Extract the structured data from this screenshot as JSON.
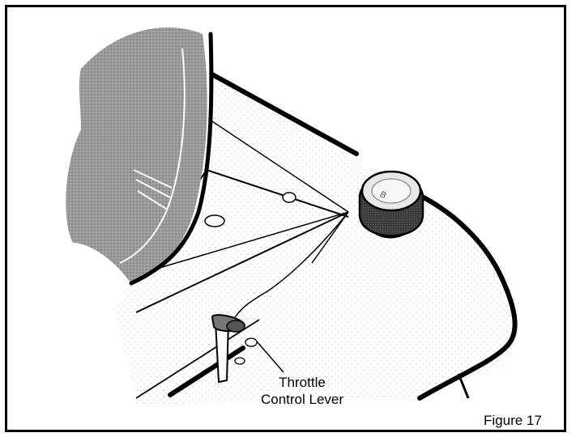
{
  "callout": {
    "line1": "Throttle",
    "line2": "Control Lever"
  },
  "figure": {
    "label": "Figure 17"
  },
  "colors": {
    "outline": "#000000",
    "hand": "#8f8f8f",
    "cap": "#333333",
    "background": "#ffffff"
  },
  "icons": {
    "hand": "operator-hand-icon",
    "fuel_cap": "fuel-cap-icon",
    "lever": "throttle-lever-icon"
  }
}
